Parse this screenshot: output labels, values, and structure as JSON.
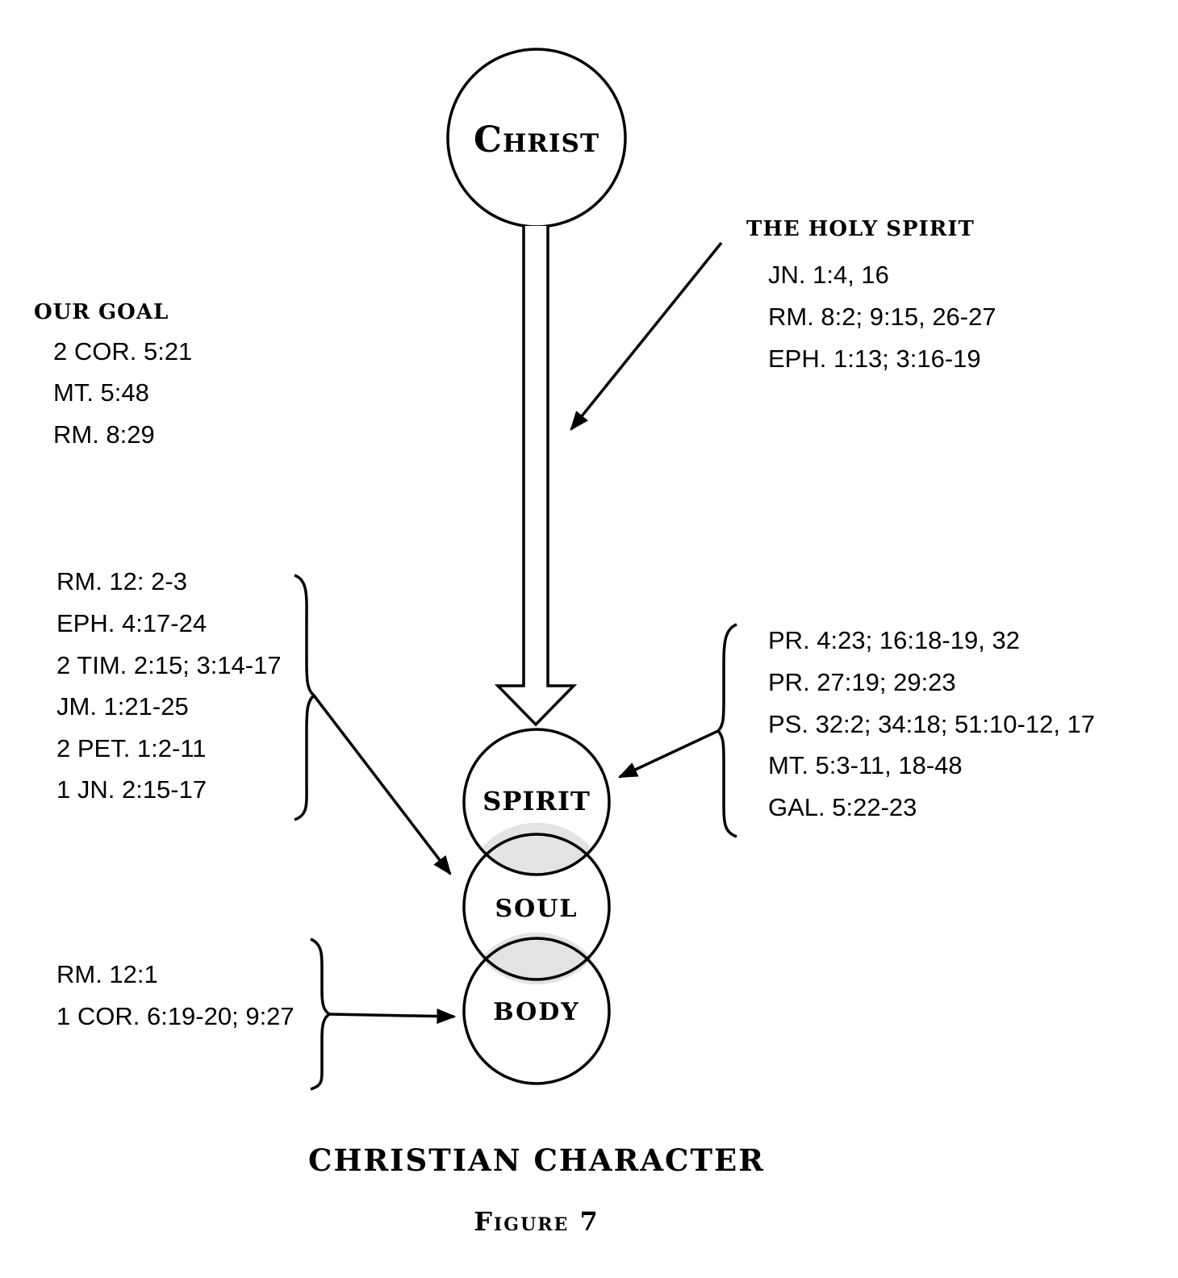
{
  "nodes": {
    "christ": "Christ",
    "spirit": "SPIRIT",
    "soul": "SOUL",
    "body": "BODY"
  },
  "holy_spirit": {
    "heading": "THE HOLY SPIRIT",
    "refs": [
      "JN. 1:4, 16",
      "RM. 8:2; 9:15, 26-27",
      "EPH. 1:13; 3:16-19"
    ]
  },
  "our_goal": {
    "heading": "OUR GOAL",
    "refs": [
      "2 COR. 5:21",
      "MT. 5:48",
      "RM. 8:29"
    ]
  },
  "soul_refs": [
    "RM. 12: 2-3",
    "EPH. 4:17-24",
    "2 TIM. 2:15; 3:14-17",
    "JM. 1:21-25",
    "2 PET. 1:2-11",
    "1 JN. 2:15-17"
  ],
  "spirit_refs": [
    "PR. 4:23; 16:18-19, 32",
    "PR. 27:19; 29:23",
    "PS. 32:2; 34:18; 51:10-12, 17",
    "MT. 5:3-11, 18-48",
    "GAL. 5:22-23"
  ],
  "body_refs": [
    "RM. 12:1",
    "1 COR. 6:19-20; 9:27"
  ],
  "caption": {
    "title": "CHRISTIAN CHARACTER",
    "figure": "Figure 7"
  },
  "colors": {
    "stroke": "#000000",
    "overlap_fill": "#e3e3e3",
    "background": "#ffffff"
  }
}
